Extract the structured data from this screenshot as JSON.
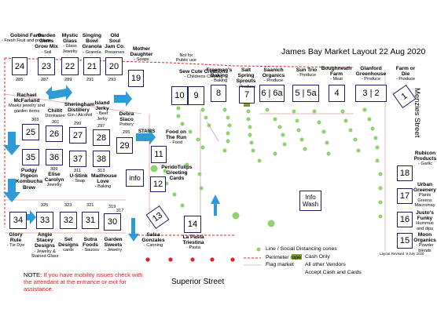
{
  "title": "James Bay Market Layout 22 Aug 2020",
  "streets": {
    "menzies": "Menzies Street",
    "superior": "Superior Street"
  },
  "info_wash": {
    "line1": "Info",
    "line2": "Wash"
  },
  "stairs": "STAIRS",
  "not_public": {
    "line1": "Not for",
    "line2": "Public use"
  },
  "note": {
    "prefix": "NOTE: ",
    "text": "If you have mobility issues check with the attendant at the entrance or exit for assistance."
  },
  "revised": "Layout Revised: 9 July 2020",
  "legend": {
    "cones": "Line / Social Distancing cones",
    "perimeter": "Perimeter rope",
    "flag": "Flag market",
    "cash_only": "Cash Only",
    "other1": "All other Vendors",
    "other2": "Accept Cash and Cards"
  },
  "colors": {
    "stall_border": "#1f1f5e",
    "arrow": "#2f9ad8",
    "cone": "#8fd16d",
    "perimeter": "#e0201f",
    "cash_only": "#7a9a2e",
    "note": "#e0201f"
  },
  "stalls": [
    {
      "num": "24",
      "label": "Gobind Farm",
      "sub": "- Fresh Fruit and produce",
      "code": "285"
    },
    {
      "num": "23",
      "label": "Garden Gems Grow Mix",
      "sub": "- Soil",
      "code": "287"
    },
    {
      "num": "22",
      "label": "Mystic Glass",
      "sub": "- Glass Jewelry",
      "code": "289"
    },
    {
      "num": "21",
      "label": "Singing Bowl Granola",
      "sub": "- Granola",
      "code": "291"
    },
    {
      "num": "20",
      "label": "Old Soul Jam Co.",
      "sub": "Preserves",
      "code": "293"
    },
    {
      "num": "19",
      "label": "Mother Daughter",
      "sub": "- Soaps",
      "code": ""
    },
    {
      "num": "10",
      "label": "",
      "sub": "",
      "code": ""
    },
    {
      "num": "9",
      "label": "Sew Cute Creations",
      "sub": "- Childrens Clothing",
      "code": ""
    },
    {
      "num": "8",
      "label": "Freeman's Baking",
      "sub": "- Baking",
      "code": ""
    },
    {
      "num": "7",
      "label": "Salt Spring Sprouts",
      "sub": "- Produce",
      "code": ""
    },
    {
      "num": "6 | 6a",
      "label": "Saanich Organics",
      "sub": "- Produce",
      "code": ""
    },
    {
      "num": "5 | 5a",
      "label": "Sun Trio",
      "sub": "- Produce",
      "code": ""
    },
    {
      "num": "4",
      "label": "Boughneath Farm",
      "sub": "- Meat",
      "code": ""
    },
    {
      "num": "3 | 2",
      "label": "Glanford Greenhouse",
      "sub": "- Produce",
      "code": ""
    },
    {
      "num": "1",
      "label": "Farm or Die",
      "sub": "- Produce",
      "code": ""
    },
    {
      "num": "25",
      "label": "Rachael McFarland",
      "sub": "Masks jewelry and garden items",
      "code": "303"
    },
    {
      "num": "26",
      "label": "Chillit",
      "sub": "Drinkware",
      "code": "301"
    },
    {
      "num": "27",
      "label": "Sheringham Distillery",
      "sub": "- Gin / Alcohol",
      "code": "299"
    },
    {
      "num": "28",
      "label": "Island Jerky",
      "sub": "- Beef Jerky",
      "code": "297"
    },
    {
      "num": "29",
      "label": "Debra Siaco",
      "sub": "Pottery",
      "code": "295"
    },
    {
      "num": "35",
      "label": "Pudgy Pigeon Kombucha Brew",
      "sub": "",
      "code": ""
    },
    {
      "num": "36",
      "label": "Elise Carolyn",
      "sub": "Jewelry",
      "code": "309"
    },
    {
      "num": "37",
      "label": "U-Stink",
      "sub": "- Soap",
      "code": "311"
    },
    {
      "num": "38",
      "label": "Madhouse Love",
      "sub": "- Baking",
      "code": "313"
    },
    {
      "num": "11",
      "label": "Food on The Run",
      "sub": "- Food",
      "code": ""
    },
    {
      "num": "12",
      "label": "PeridoTulips Greeting Cards",
      "sub": "",
      "code": ""
    },
    {
      "num": "info",
      "label": "",
      "sub": "",
      "code": ""
    },
    {
      "num": "13",
      "label": "Salsa Gonzales",
      "sub": "- Canning",
      "code": ""
    },
    {
      "num": "14",
      "label": "La Pasta Triestina",
      "sub": "- Pasta",
      "code": ""
    },
    {
      "num": "34",
      "label": "Glory Rule",
      "sub": "- Tie Dye",
      "code": ""
    },
    {
      "num": "33",
      "label": "Angie Stacey Designs",
      "sub": "- Jewelry & Stained Glass",
      "code": "325"
    },
    {
      "num": "32",
      "label": "Set Designs",
      "sub": "cards",
      "code": "323"
    },
    {
      "num": "31",
      "label": "Sutra Foods",
      "sub": "- Sauces",
      "code": "321"
    },
    {
      "num": "30",
      "label": "Garden Sweets",
      "sub": "- Jewelry",
      "code": "319"
    },
    {
      "num": "18",
      "label": "Rubicon Products",
      "sub": "- Garlic",
      "code": ""
    },
    {
      "num": "17",
      "label": "Urban Greenery",
      "sub": "Plants Greens Macromay",
      "code": ""
    },
    {
      "num": "16",
      "label": "Justo's Funky",
      "sub": "Hummus and dips",
      "code": ""
    },
    {
      "num": "15",
      "label": "Moon Organics",
      "sub": "- Powder blends",
      "code": ""
    }
  ],
  "extra_code": "317"
}
